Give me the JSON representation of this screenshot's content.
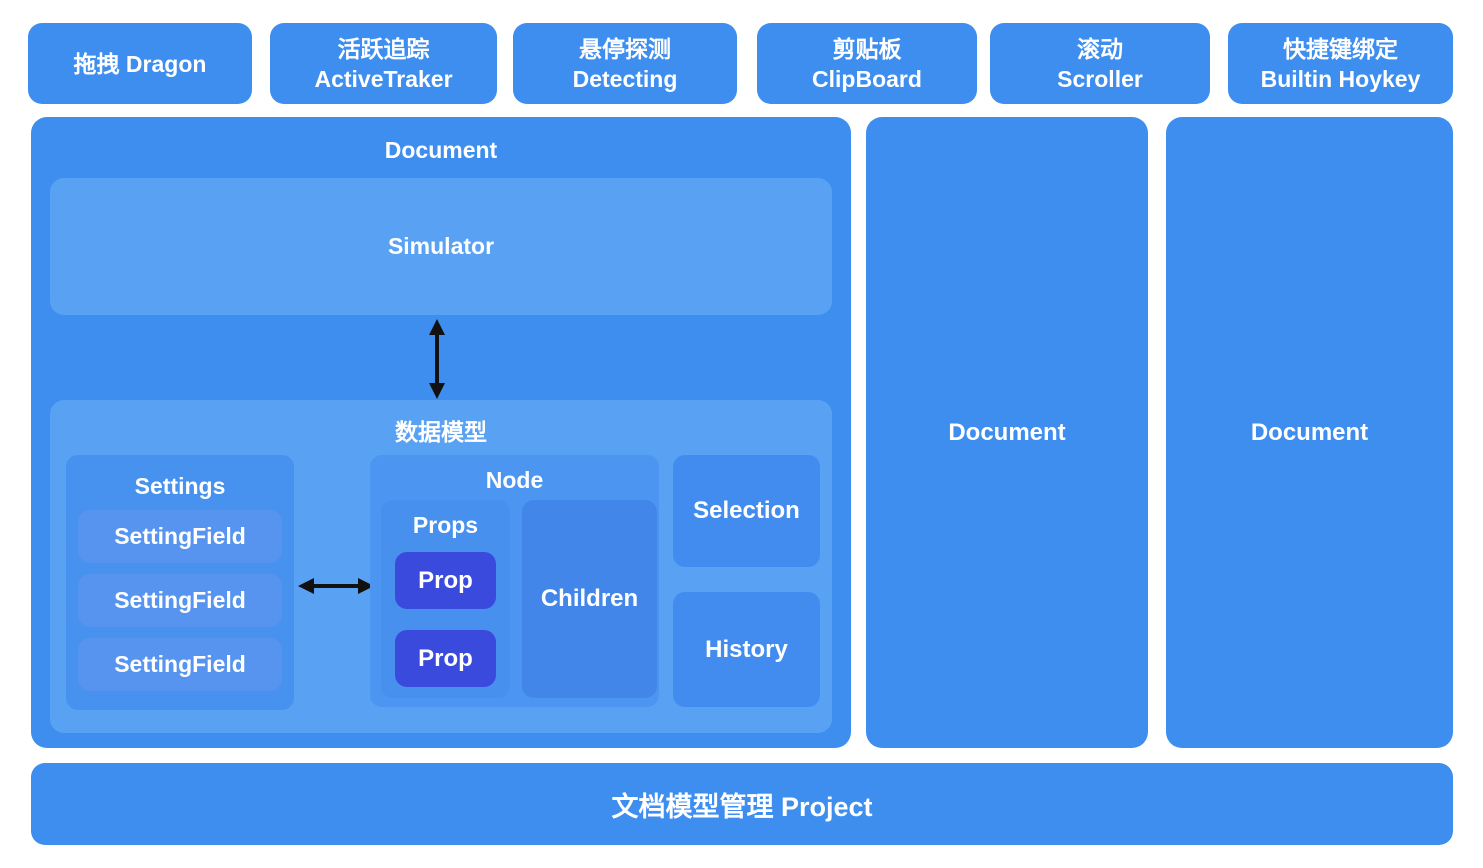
{
  "top_modules": [
    {
      "lines": [
        "拖拽 Dragon"
      ]
    },
    {
      "lines": [
        "活跃追踪",
        "ActiveTraker"
      ]
    },
    {
      "lines": [
        "悬停探测",
        "Detecting"
      ]
    },
    {
      "lines": [
        "剪贴板",
        "ClipBoard"
      ]
    },
    {
      "lines": [
        "滚动",
        "Scroller"
      ]
    },
    {
      "lines": [
        "快捷键绑定",
        "Builtin Hoykey"
      ]
    }
  ],
  "document_left": {
    "title": "Document",
    "simulator": {
      "label": "Simulator"
    },
    "data_model": {
      "title": "数据模型",
      "settings": {
        "title": "Settings",
        "fields": [
          "SettingField",
          "SettingField",
          "SettingField"
        ]
      },
      "node": {
        "title": "Node",
        "props": {
          "title": "Props",
          "items": [
            "Prop",
            "Prop"
          ]
        },
        "children_label": "Children"
      },
      "selection_label": "Selection",
      "history_label": "History"
    }
  },
  "document_mid": {
    "label": "Document"
  },
  "document_right": {
    "label": "Document"
  },
  "bottom_bar": {
    "label": "文档模型管理 Project"
  },
  "icons": {
    "vertical_arrow": "double-headed-arrow-vertical",
    "horizontal_arrow": "double-headed-arrow-horizontal"
  },
  "colors": {
    "background": "#ffffff",
    "primary_blue": "#3e8ef0",
    "light_blue_panel": "#59a1f3",
    "settings_blue": "#4791ef",
    "setting_field_blue": "#5794f0",
    "node_blue": "#4c96f1",
    "props_blue": "#4790ee",
    "children_blue": "#4386e9",
    "selection_history_blue": "#428cef",
    "prop_indigo": "#3a4adc",
    "arrow_black": "#111111",
    "text_white": "#ffffff"
  }
}
